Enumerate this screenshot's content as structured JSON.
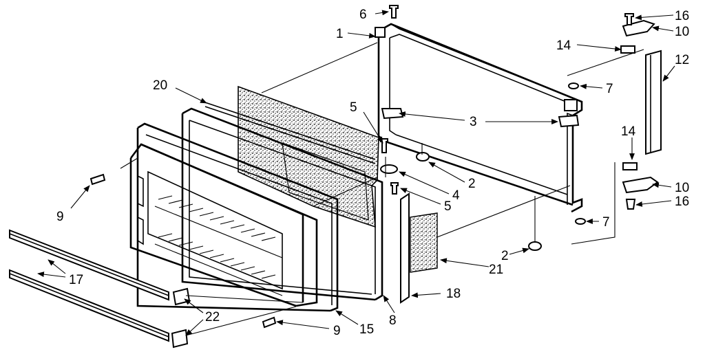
{
  "diagram": {
    "callouts": [
      {
        "id": "c6",
        "text": "6"
      },
      {
        "id": "c1",
        "text": "1"
      },
      {
        "id": "c16a",
        "text": "16"
      },
      {
        "id": "c10a",
        "text": "10"
      },
      {
        "id": "c14a",
        "text": "14"
      },
      {
        "id": "c12",
        "text": "12"
      },
      {
        "id": "c7a",
        "text": "7"
      },
      {
        "id": "c20",
        "text": "20"
      },
      {
        "id": "c5a",
        "text": "5"
      },
      {
        "id": "c3",
        "text": "3"
      },
      {
        "id": "c14b",
        "text": "14"
      },
      {
        "id": "c2a",
        "text": "2"
      },
      {
        "id": "c4",
        "text": "4"
      },
      {
        "id": "c10b",
        "text": "10"
      },
      {
        "id": "c5b",
        "text": "5"
      },
      {
        "id": "c16b",
        "text": "16"
      },
      {
        "id": "c9a",
        "text": "9"
      },
      {
        "id": "c7b",
        "text": "7"
      },
      {
        "id": "c2b",
        "text": "2"
      },
      {
        "id": "c21",
        "text": "21"
      },
      {
        "id": "c17",
        "text": "17"
      },
      {
        "id": "c18",
        "text": "18"
      },
      {
        "id": "c22",
        "text": "22"
      },
      {
        "id": "c8",
        "text": "8"
      },
      {
        "id": "c15",
        "text": "15"
      },
      {
        "id": "c9b",
        "text": "9"
      }
    ]
  }
}
